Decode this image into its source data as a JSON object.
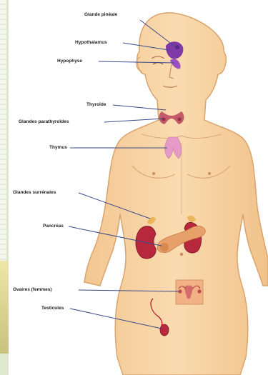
{
  "labels": {
    "glande_pineale": "Glande pinéale",
    "hypothalamus": "Hypothalamus",
    "hypophyse": "Hypophyse",
    "thyroide": "Thyroïde",
    "glandes_parathyroides": "Glandes parathyroïdes",
    "thymus": "Thymus",
    "glandes_surrenales": "Glandes surrénales",
    "pancreas": "Pancréas",
    "ovaires": "Ovaires (femmes)",
    "testicules": "Testicules"
  },
  "colors": {
    "skin": "#f8d3a0",
    "skin_outline": "#d9a36e",
    "gland_purple": "#8a3fb0",
    "gland_red": "#b8283c",
    "pancreas": "#e7a06a",
    "thymus": "#e497c4",
    "leader_line": "#3a4a8a"
  }
}
